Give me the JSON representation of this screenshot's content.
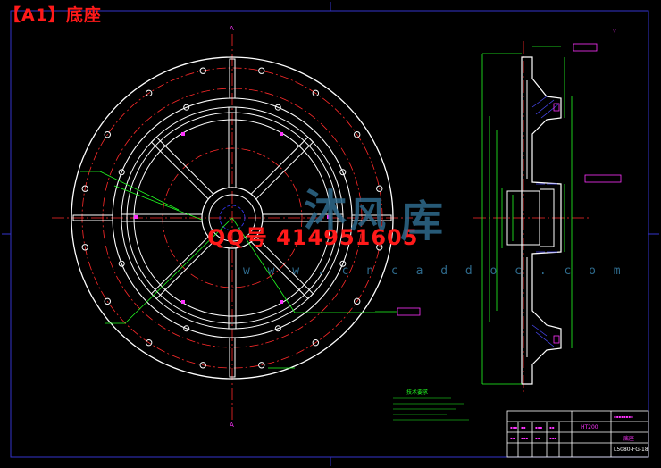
{
  "drawing": {
    "title": "【A1】底座",
    "qq_contact": "QQ号 414951605",
    "watermark_url": "w w w . c n c a d d o c . c o m",
    "watermark_chars": [
      "沐",
      "风",
      "库"
    ]
  },
  "colors": {
    "background": "#000000",
    "outline": "#ffffff",
    "centerline": "#ff2a2a",
    "dimension": "#22ff22",
    "annotation": "#ff33ff",
    "hidden": "#3a3aff",
    "frame": "#3333cc",
    "title_text": "#ff1a1a"
  },
  "title_block": {
    "material": "HT200",
    "part_name": "底座",
    "drawing_number": "L5080-FG-18"
  },
  "notes_title": "技术要求"
}
